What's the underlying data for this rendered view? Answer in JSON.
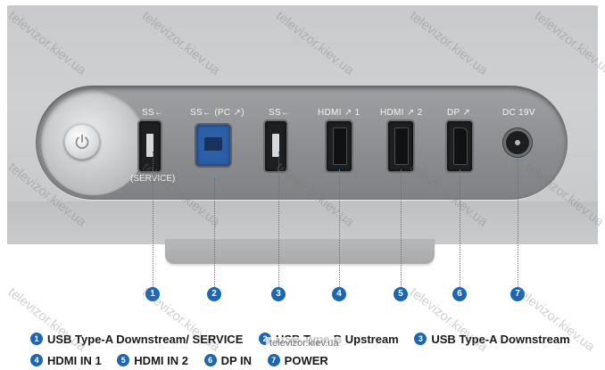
{
  "ports": [
    {
      "top_label": "SS←",
      "sub_label": "(SERVICE)",
      "type": "usb-a-service",
      "number": "1"
    },
    {
      "top_label": "SS← (PC ↗)",
      "type": "usb-b",
      "number": "2"
    },
    {
      "top_label": "SS←",
      "type": "usb-a",
      "number": "3"
    },
    {
      "top_label": "HDMI ↗ 1",
      "type": "hdmi-1",
      "number": "4"
    },
    {
      "top_label": "HDMI ↗ 2",
      "type": "hdmi-2",
      "number": "5"
    },
    {
      "top_label": "DP ↗",
      "type": "dp",
      "number": "6"
    },
    {
      "top_label": "DC 19V",
      "type": "dc-in",
      "number": "7"
    }
  ],
  "legend": {
    "row1": [
      {
        "num": "1",
        "text": "USB Type-A Downstream/ SERVICE"
      },
      {
        "num": "2",
        "text": "USB Type-B Upstream"
      },
      {
        "num": "3",
        "text": "USB Type-A Downstream"
      }
    ],
    "row2": [
      {
        "num": "4",
        "text": "HDMI IN 1"
      },
      {
        "num": "5",
        "text": "HDMI IN 2"
      },
      {
        "num": "6",
        "text": "DP IN"
      },
      {
        "num": "7",
        "text": "POWER"
      }
    ]
  },
  "watermark": "televizor.kiev.ua",
  "site_tag": "televizor.kiev.ua",
  "colors": {
    "accent": "#1c67b0",
    "usb_b": "#2d5fa8",
    "body": "#cfd0d2"
  }
}
